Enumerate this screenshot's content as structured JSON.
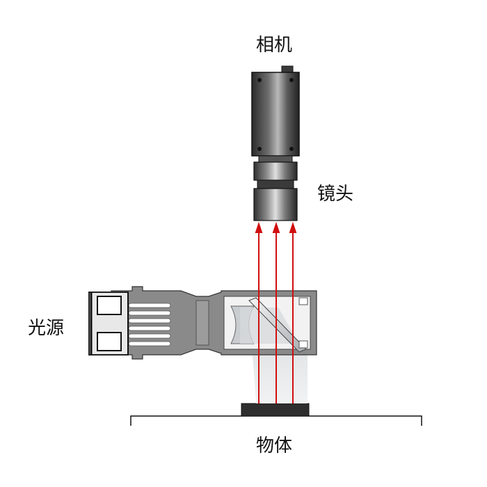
{
  "labels": {
    "camera": "相机",
    "lens": "镜头",
    "light_source": "光源",
    "object": "物体"
  },
  "colors": {
    "ray": "#d10f0f",
    "camera_body_dark": "#2b2b2b",
    "camera_body_light": "#9a9a9a",
    "light_housing": "#8a8a8a",
    "object_block": "#2e2e2e"
  }
}
